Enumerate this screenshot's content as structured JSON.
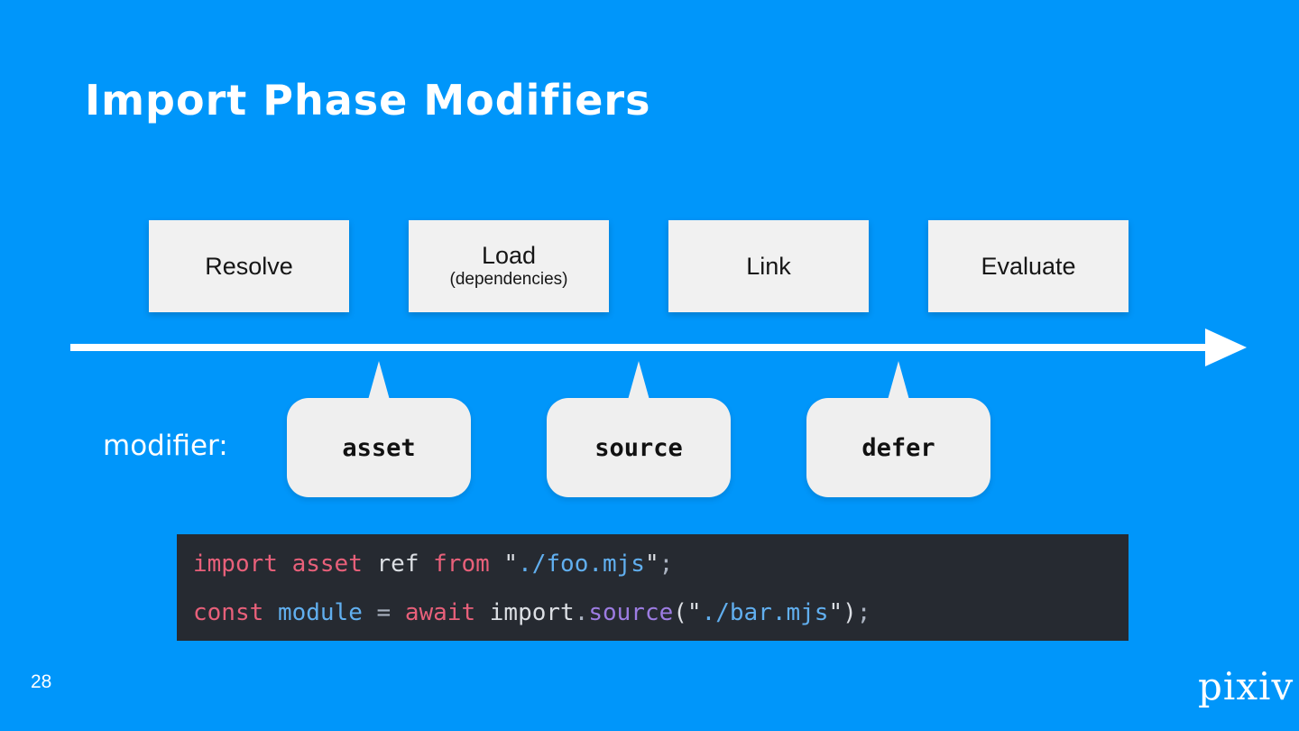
{
  "slide": {
    "title": "Import Phase Modifiers",
    "page_number": "28",
    "brand_logo": "pixiv",
    "background_color": "#0096fa"
  },
  "phases": [
    {
      "label": "Resolve"
    },
    {
      "label": "Load",
      "sublabel": "(dependencies)"
    },
    {
      "label": "Link"
    },
    {
      "label": "Evaluate"
    }
  ],
  "timeline": {
    "modifier_label": "modifier:"
  },
  "modifiers": [
    {
      "label": "asset"
    },
    {
      "label": "source"
    },
    {
      "label": "defer"
    }
  ],
  "code": {
    "background": "#262a31",
    "token_colors": {
      "keyword": "#e8607a",
      "variable": "#61afef",
      "function": "#9d7ce2",
      "string": "#61afef",
      "plain": "#dcdfe4",
      "punct": "#aab2c0"
    },
    "lines": [
      {
        "tokens": [
          {
            "t": "keyword",
            "s": "import"
          },
          {
            "t": "plain",
            "s": " "
          },
          {
            "t": "keyword",
            "s": "asset"
          },
          {
            "t": "plain",
            "s": " "
          },
          {
            "t": "plain",
            "s": "ref"
          },
          {
            "t": "plain",
            "s": " "
          },
          {
            "t": "keyword",
            "s": "from"
          },
          {
            "t": "plain",
            "s": " \""
          },
          {
            "t": "string",
            "s": "./foo.mjs"
          },
          {
            "t": "plain",
            "s": "\""
          },
          {
            "t": "punct",
            "s": ";"
          }
        ]
      },
      {
        "tokens": [
          {
            "t": "keyword",
            "s": "const"
          },
          {
            "t": "plain",
            "s": " "
          },
          {
            "t": "variable",
            "s": "module"
          },
          {
            "t": "punct",
            "s": " = "
          },
          {
            "t": "keyword",
            "s": "await"
          },
          {
            "t": "plain",
            "s": " "
          },
          {
            "t": "plain",
            "s": "import"
          },
          {
            "t": "punct",
            "s": "."
          },
          {
            "t": "function",
            "s": "source"
          },
          {
            "t": "plain",
            "s": "(\""
          },
          {
            "t": "string",
            "s": "./bar.mjs"
          },
          {
            "t": "plain",
            "s": "\")"
          },
          {
            "t": "punct",
            "s": ";"
          }
        ]
      }
    ]
  }
}
